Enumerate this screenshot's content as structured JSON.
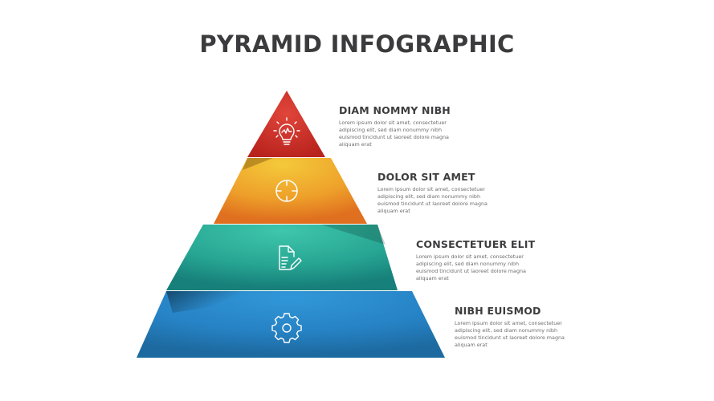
{
  "title": "PYRAMID INFOGRAPHIC",
  "colors": {
    "level1": "#d9392b",
    "level2": "#f0a528",
    "level3": "#2aab97",
    "level4": "#2a8ad0",
    "heading_text": "#3d3d3f",
    "body_text": "#6e6e70"
  },
  "levels": [
    {
      "heading": "DIAM NOMMY NIBH",
      "description": "Lorem ipsum dolor sit amet, consectetuer adipiscing elit, sed diam nonummy nibh euismod tincidunt ut laoreet dolore magna aliquam erat",
      "icon": "lightbulb-icon"
    },
    {
      "heading": "DOLOR SIT AMET",
      "description": "Lorem ipsum dolor sit amet, consectetuer adipiscing elit, sed diam nonummy nibh euismod tincidunt ut laoreet dolore magna aliquam erat",
      "icon": "target-crosshair-icon"
    },
    {
      "heading": "CONSECTETUER ELIT",
      "description": "Lorem ipsum dolor sit amet, consectetuer adipiscing elit, sed diam nonummy nibh euismod tincidunt ut laoreet dolore magna aliquam erat",
      "icon": "document-edit-icon"
    },
    {
      "heading": "NIBH EUISMOD",
      "description": "Lorem ipsum dolor sit amet, consectetuer adipiscing elit, sed diam nonummy nibh euismod tincidunt ut laoreet dolore magna aliquam erat",
      "icon": "gear-icon"
    }
  ]
}
